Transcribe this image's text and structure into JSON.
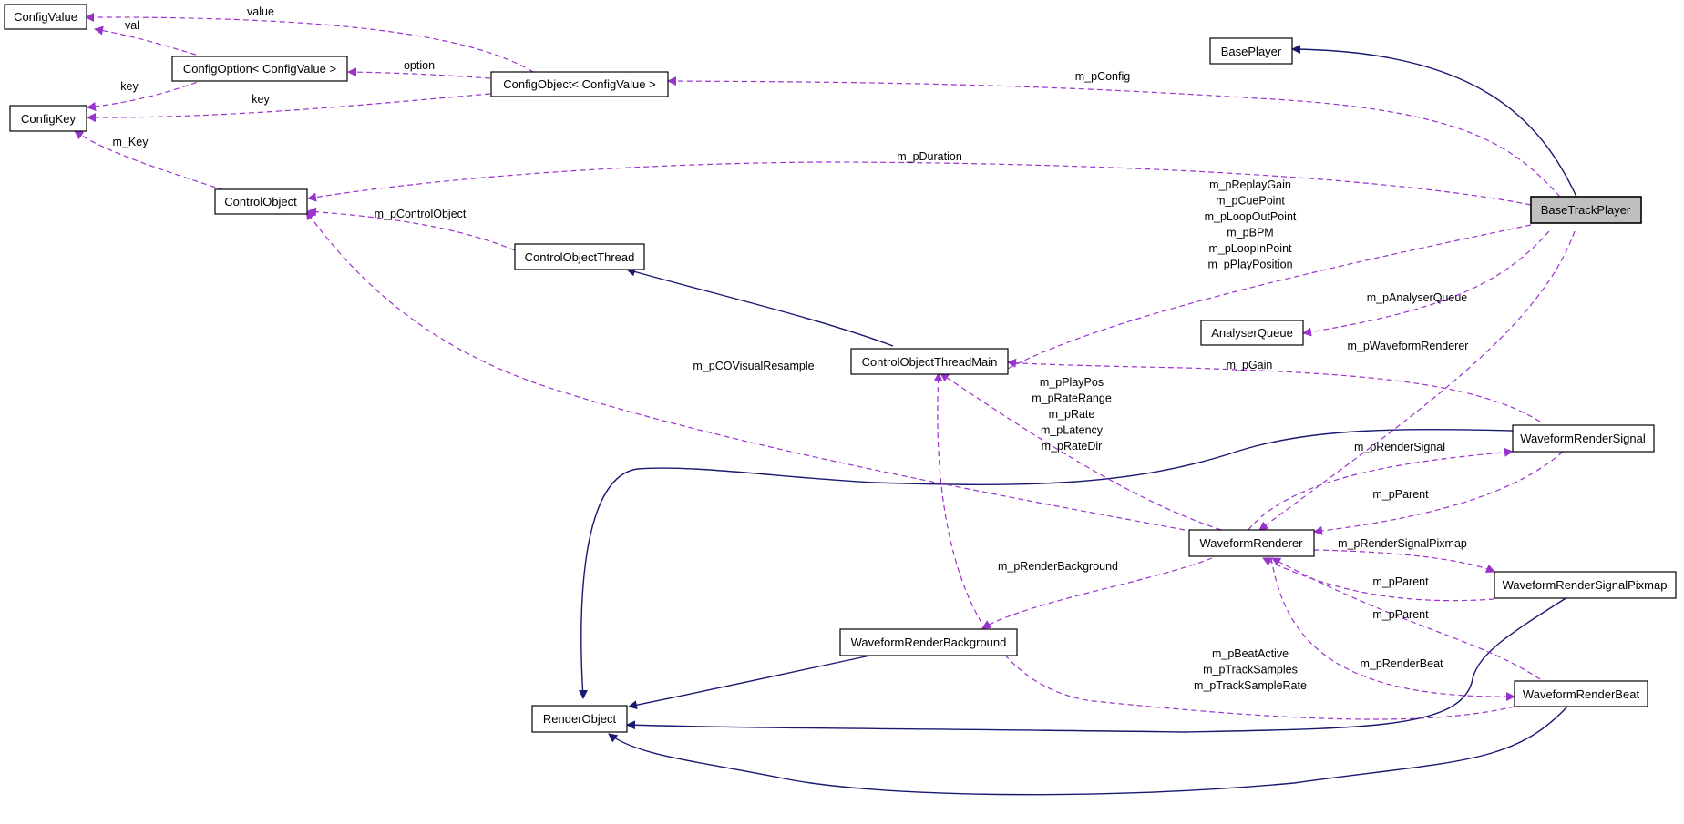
{
  "colors": {
    "inheritance_edge": "#191970",
    "usage_edge": "#9a32cd",
    "highlight_fill": "#bfbfbf"
  },
  "nodes": [
    {
      "id": "ConfigValue",
      "label": "ConfigValue"
    },
    {
      "id": "ConfigOption",
      "label": "ConfigOption< ConfigValue >"
    },
    {
      "id": "ConfigKey",
      "label": "ConfigKey"
    },
    {
      "id": "ConfigObject",
      "label": "ConfigObject< ConfigValue >"
    },
    {
      "id": "ControlObject",
      "label": "ControlObject"
    },
    {
      "id": "ControlObjectThread",
      "label": "ControlObjectThread"
    },
    {
      "id": "ControlObjectThreadMain",
      "label": "ControlObjectThreadMain"
    },
    {
      "id": "BasePlayer",
      "label": "BasePlayer"
    },
    {
      "id": "BaseTrackPlayer",
      "label": "BaseTrackPlayer"
    },
    {
      "id": "AnalyserQueue",
      "label": "AnalyserQueue"
    },
    {
      "id": "WaveformRenderSignal",
      "label": "WaveformRenderSignal"
    },
    {
      "id": "WaveformRenderer",
      "label": "WaveformRenderer"
    },
    {
      "id": "WaveformRenderSignalPixmap",
      "label": "WaveformRenderSignalPixmap"
    },
    {
      "id": "WaveformRenderBackground",
      "label": "WaveformRenderBackground"
    },
    {
      "id": "WaveformRenderBeat",
      "label": "WaveformRenderBeat"
    },
    {
      "id": "RenderObject",
      "label": "RenderObject"
    }
  ],
  "edge_labels": [
    {
      "id": "value",
      "lines": [
        "value"
      ]
    },
    {
      "id": "val",
      "lines": [
        "val"
      ]
    },
    {
      "id": "option",
      "lines": [
        "option"
      ]
    },
    {
      "id": "key1",
      "lines": [
        "key"
      ]
    },
    {
      "id": "key2",
      "lines": [
        "key"
      ]
    },
    {
      "id": "m_pConfig",
      "lines": [
        "m_pConfig"
      ]
    },
    {
      "id": "m_Key",
      "lines": [
        "m_Key"
      ]
    },
    {
      "id": "m_pDuration",
      "lines": [
        "m_pDuration"
      ]
    },
    {
      "id": "m_pControlObject",
      "lines": [
        "m_pControlObject"
      ]
    },
    {
      "id": "ctm_group",
      "lines": [
        "m_pReplayGain",
        "m_pCuePoint",
        "m_pLoopOutPoint",
        "m_pBPM",
        "m_pLoopInPoint",
        "m_pPlayPosition"
      ]
    },
    {
      "id": "m_pAnalyserQueue",
      "lines": [
        "m_pAnalyserQueue"
      ]
    },
    {
      "id": "m_pWaveformRenderer",
      "lines": [
        "m_pWaveformRenderer"
      ]
    },
    {
      "id": "m_pCOVisualResample",
      "lines": [
        "m_pCOVisualResample"
      ]
    },
    {
      "id": "m_pGain",
      "lines": [
        "m_pGain"
      ]
    },
    {
      "id": "renderer_group",
      "lines": [
        "m_pPlayPos",
        "m_pRateRange",
        "m_pRate",
        "m_pLatency",
        "m_pRateDir"
      ]
    },
    {
      "id": "m_pRenderSignal",
      "lines": [
        "m_pRenderSignal"
      ]
    },
    {
      "id": "m_pParent1",
      "lines": [
        "m_pParent"
      ]
    },
    {
      "id": "m_pRenderSignalPixmap",
      "lines": [
        "m_pRenderSignalPixmap"
      ]
    },
    {
      "id": "m_pRenderBackground",
      "lines": [
        "m_pRenderBackground"
      ]
    },
    {
      "id": "m_pParent2",
      "lines": [
        "m_pParent"
      ]
    },
    {
      "id": "m_pParent3",
      "lines": [
        "m_pParent"
      ]
    },
    {
      "id": "beat_group",
      "lines": [
        "m_pBeatActive",
        "m_pTrackSamples",
        "m_pTrackSampleRate"
      ]
    },
    {
      "id": "m_pRenderBeat",
      "lines": [
        "m_pRenderBeat"
      ]
    }
  ]
}
